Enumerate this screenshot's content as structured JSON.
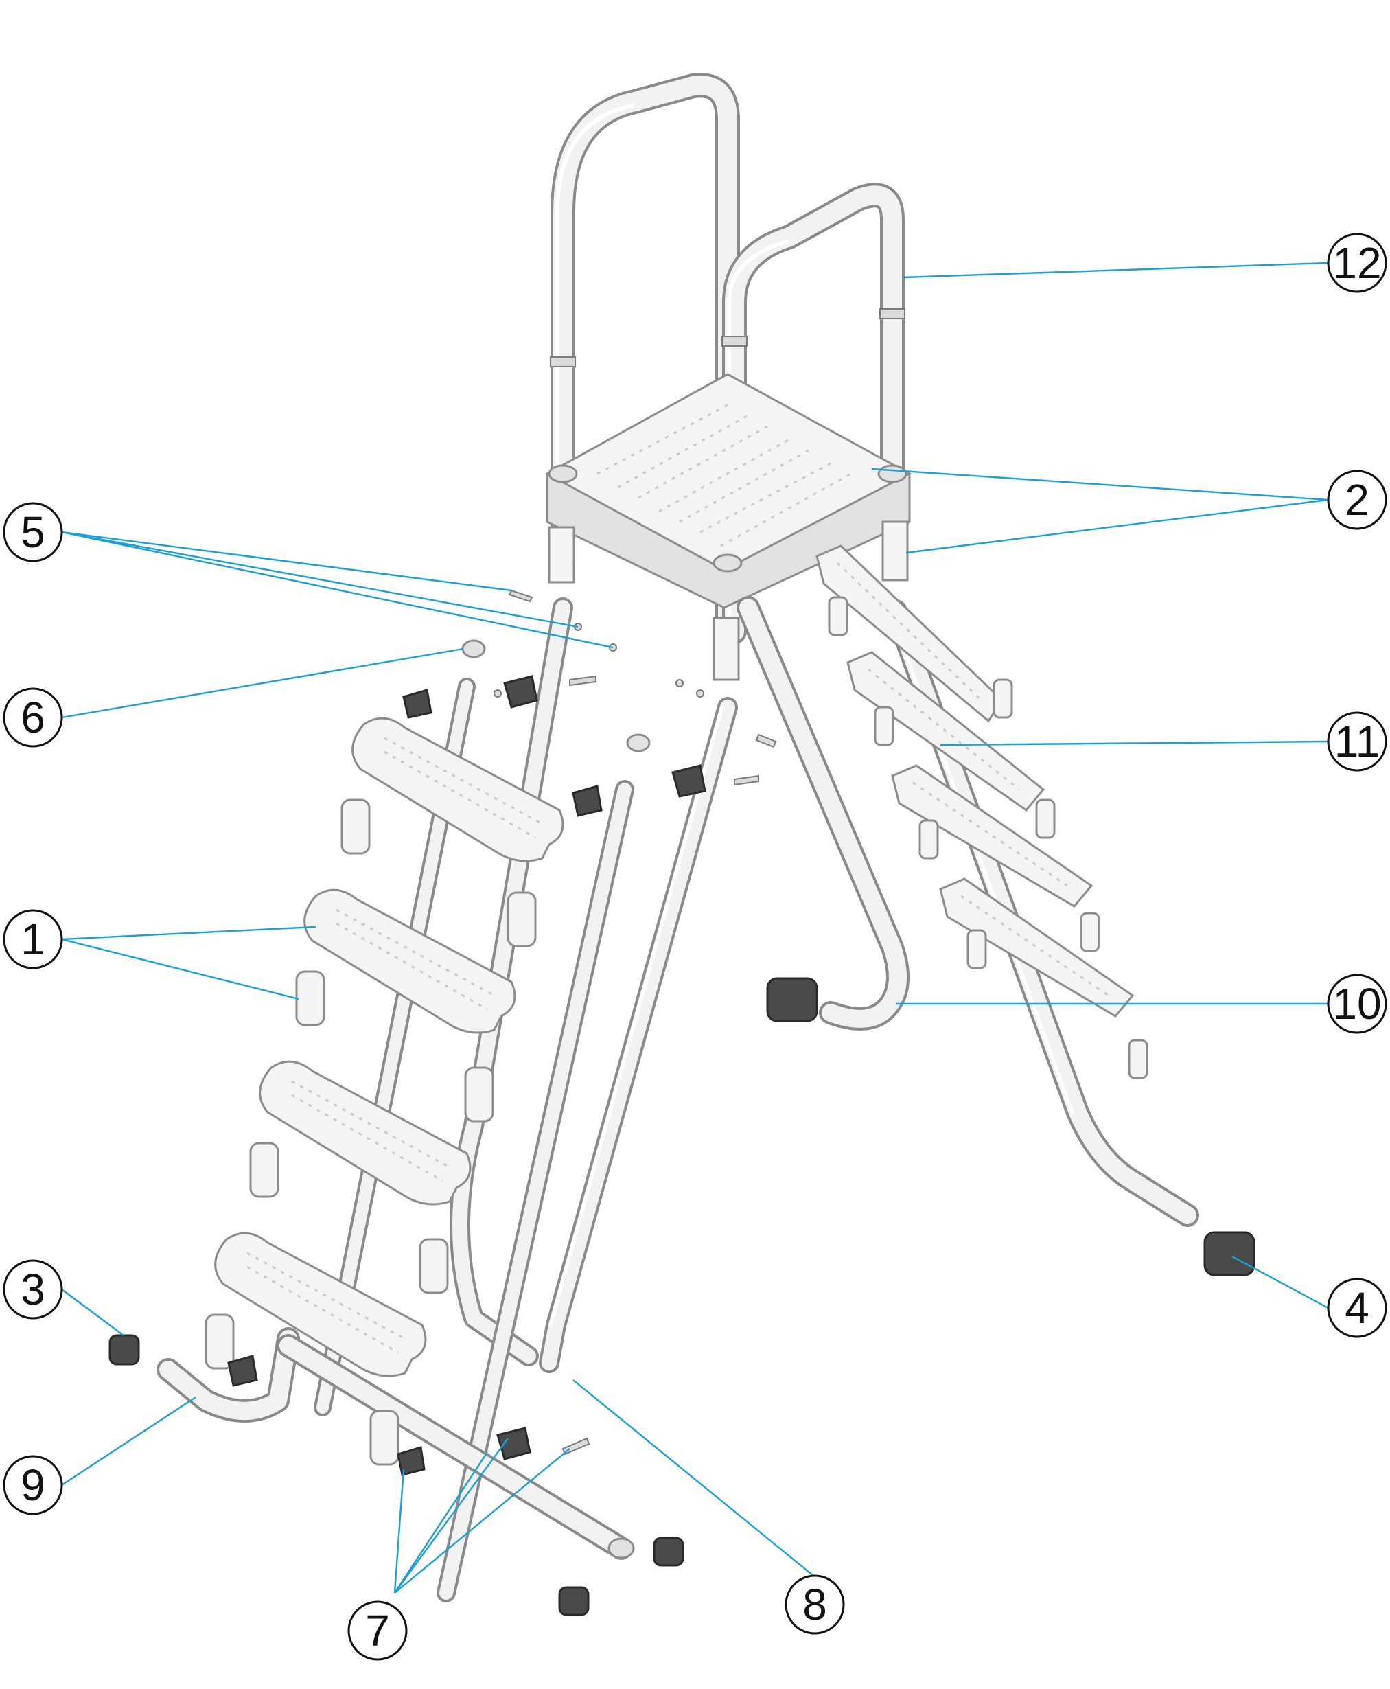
{
  "diagram": {
    "type": "exploded-parts-view",
    "callouts": [
      {
        "id": "1",
        "label": "1"
      },
      {
        "id": "2",
        "label": "2"
      },
      {
        "id": "3",
        "label": "3"
      },
      {
        "id": "4",
        "label": "4"
      },
      {
        "id": "5",
        "label": "5"
      },
      {
        "id": "6",
        "label": "6"
      },
      {
        "id": "7",
        "label": "7"
      },
      {
        "id": "8",
        "label": "8"
      },
      {
        "id": "9",
        "label": "9"
      },
      {
        "id": "10",
        "label": "10"
      },
      {
        "id": "11",
        "label": "11"
      },
      {
        "id": "12",
        "label": "12"
      }
    ],
    "colors": {
      "leader": "#1aa0d6",
      "outline": "#8c8c8c",
      "part_fill": "#f4f4f4",
      "end_cap": "#4a4a4a",
      "callout_text": "#111111"
    }
  }
}
